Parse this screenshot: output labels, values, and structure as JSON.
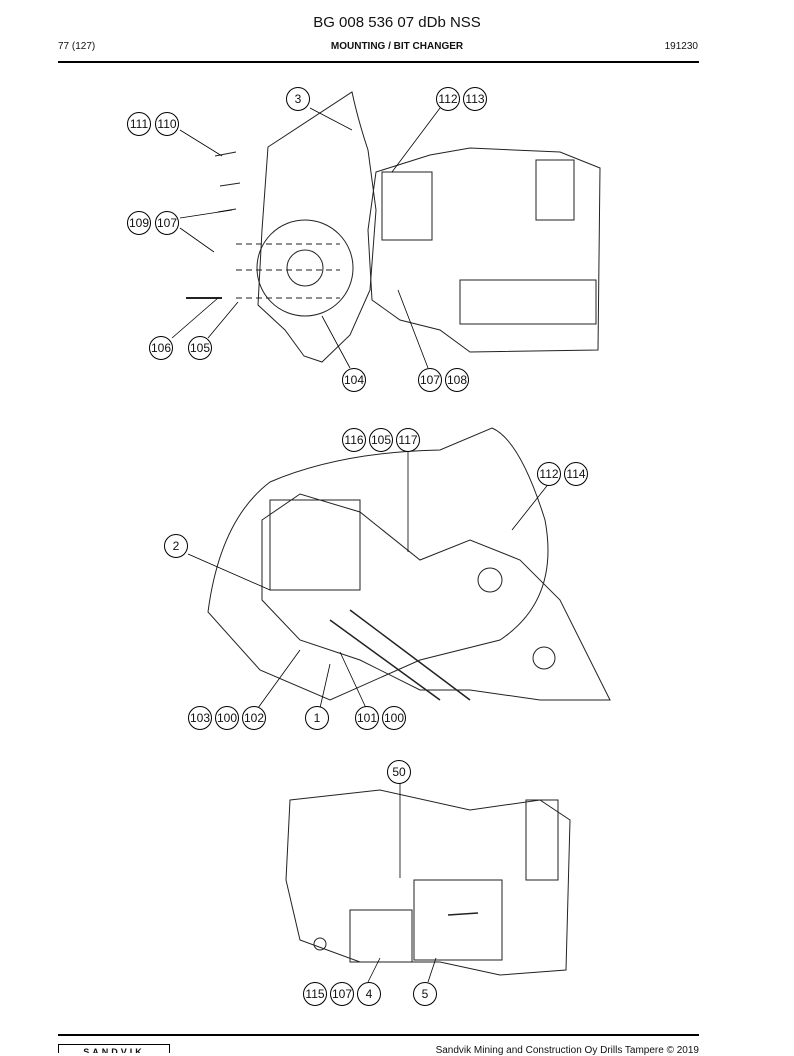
{
  "header": {
    "doc_title": "BG 008 536 07 dDb NSS",
    "page_ref": "77 (127)",
    "section": "MOUNTING / BIT CHANGER",
    "date_code": "191230"
  },
  "footer": {
    "brand": "SANDVIK",
    "copyright": "Sandvik Mining and Construction Oy Drills Tampere © 2019"
  },
  "figure1": {
    "callouts": [
      "3",
      "112",
      "113",
      "111",
      "110",
      "109",
      "107",
      "106",
      "105",
      "104",
      "107",
      "108"
    ]
  },
  "figure2": {
    "callouts": [
      "116",
      "105",
      "117",
      "112",
      "114",
      "2",
      "103",
      "100",
      "102",
      "1",
      "101",
      "100"
    ]
  },
  "figure3": {
    "callouts": [
      "50",
      "115",
      "107",
      "4",
      "5"
    ]
  }
}
